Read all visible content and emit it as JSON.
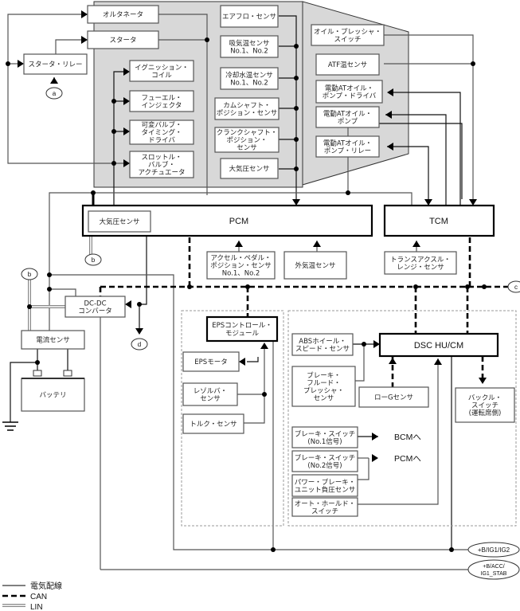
{
  "title": "車両電源・制御システム ブロック図",
  "engine_left": {
    "alternator": [
      "オルタネータ"
    ],
    "starter": [
      "スタータ"
    ],
    "starter_relay": [
      "スタータ・リレー"
    ],
    "ignition_coil": [
      "イグニッション・",
      "コイル"
    ],
    "fuel_injector": [
      "フューエル・",
      "インジェクタ"
    ],
    "vvt_driver": [
      "可変バルブ・",
      "タイミング・",
      "ドライバ"
    ],
    "throttle_actuator": [
      "スロットル・",
      "バルブ・",
      "アクチュエータ"
    ]
  },
  "engine_sensors": {
    "airflow": [
      "エアフロ・センサ"
    ],
    "intake_temp": [
      "吸気温センサ",
      "No.1、No.2"
    ],
    "coolant_temp": [
      "冷却水温センサ",
      "No.1、No.2"
    ],
    "camshaft": [
      "カムシャフト・",
      "ポジション・センサ"
    ],
    "crankshaft": [
      "クランクシャフト・",
      "ポジション・",
      "センサ"
    ],
    "baro": [
      "大気圧センサ"
    ]
  },
  "transmission": {
    "oil_pressure_switch": [
      "オイル・プレッシャ・",
      "スイッチ"
    ],
    "atf_temp": [
      "ATF温センサ"
    ],
    "pump_driver": [
      "電動ATオイル・",
      "ポンプ・ドライバ"
    ],
    "pump": [
      "電動ATオイル・",
      "ポンプ"
    ],
    "pump_relay": [
      "電動ATオイル・",
      "ポンプ・リレー"
    ]
  },
  "modules": {
    "pcm": "PCM",
    "pcm_baro": "大気圧センサ",
    "tcm": "TCM",
    "accel_pedal": [
      "アクセル・ペダル・",
      "ポジション・センサ",
      "No.1、No.2"
    ],
    "ambient_temp": [
      "外気温センサ"
    ],
    "range_sensor": [
      "トランスアクスル・",
      "レンジ・センサ"
    ],
    "dcdc": [
      "DC-DC",
      "コンバータ"
    ],
    "current_sensor": [
      "電流センサ"
    ],
    "battery": [
      "バッテリ"
    ]
  },
  "eps": {
    "module": [
      "EPSコントロール・",
      "モジュール"
    ],
    "motor": [
      "EPSモータ"
    ],
    "resolver": [
      "レゾルバ・",
      "センサ"
    ],
    "torque": [
      "トルク・センサ"
    ]
  },
  "dsc": {
    "module": "DSC HU/CM",
    "abs_wheel": [
      "ABSホイール・",
      "スピード・センサ"
    ],
    "brake_fluid": [
      "ブレーキ・",
      "フルード・",
      "プレッシャ・",
      "センサ"
    ],
    "yaw_g": [
      "ローGセンサ"
    ],
    "buckle": [
      "バックル・",
      "スイッチ",
      "(運転席側)"
    ],
    "brake_sw1": [
      "ブレーキ・スイッチ",
      "(No.1信号)"
    ],
    "brake_sw2": [
      "ブレーキ・スイッチ",
      "(No.2信号)"
    ],
    "vacuum": [
      "パワー・ブレーキ・",
      "ユニット負圧センサ"
    ],
    "autohold": [
      "オート・ホールド・",
      "スイッチ"
    ],
    "to_bcm": "BCMへ",
    "to_pcm": "PCMへ"
  },
  "connectors": {
    "a": "a",
    "b": "b",
    "c": "c",
    "d": "d",
    "ig": "+B/IG1/IG2",
    "acc": [
      "+B/ACC/",
      "IG1_STAB"
    ]
  },
  "legend": [
    {
      "style": "wire",
      "label": "電気配線"
    },
    {
      "style": "can",
      "label": "CAN"
    },
    {
      "style": "lin",
      "label": "LIN"
    }
  ],
  "colors": {
    "engine_bg": "#d8d8d8",
    "line": "#555555",
    "can": "#000000"
  }
}
